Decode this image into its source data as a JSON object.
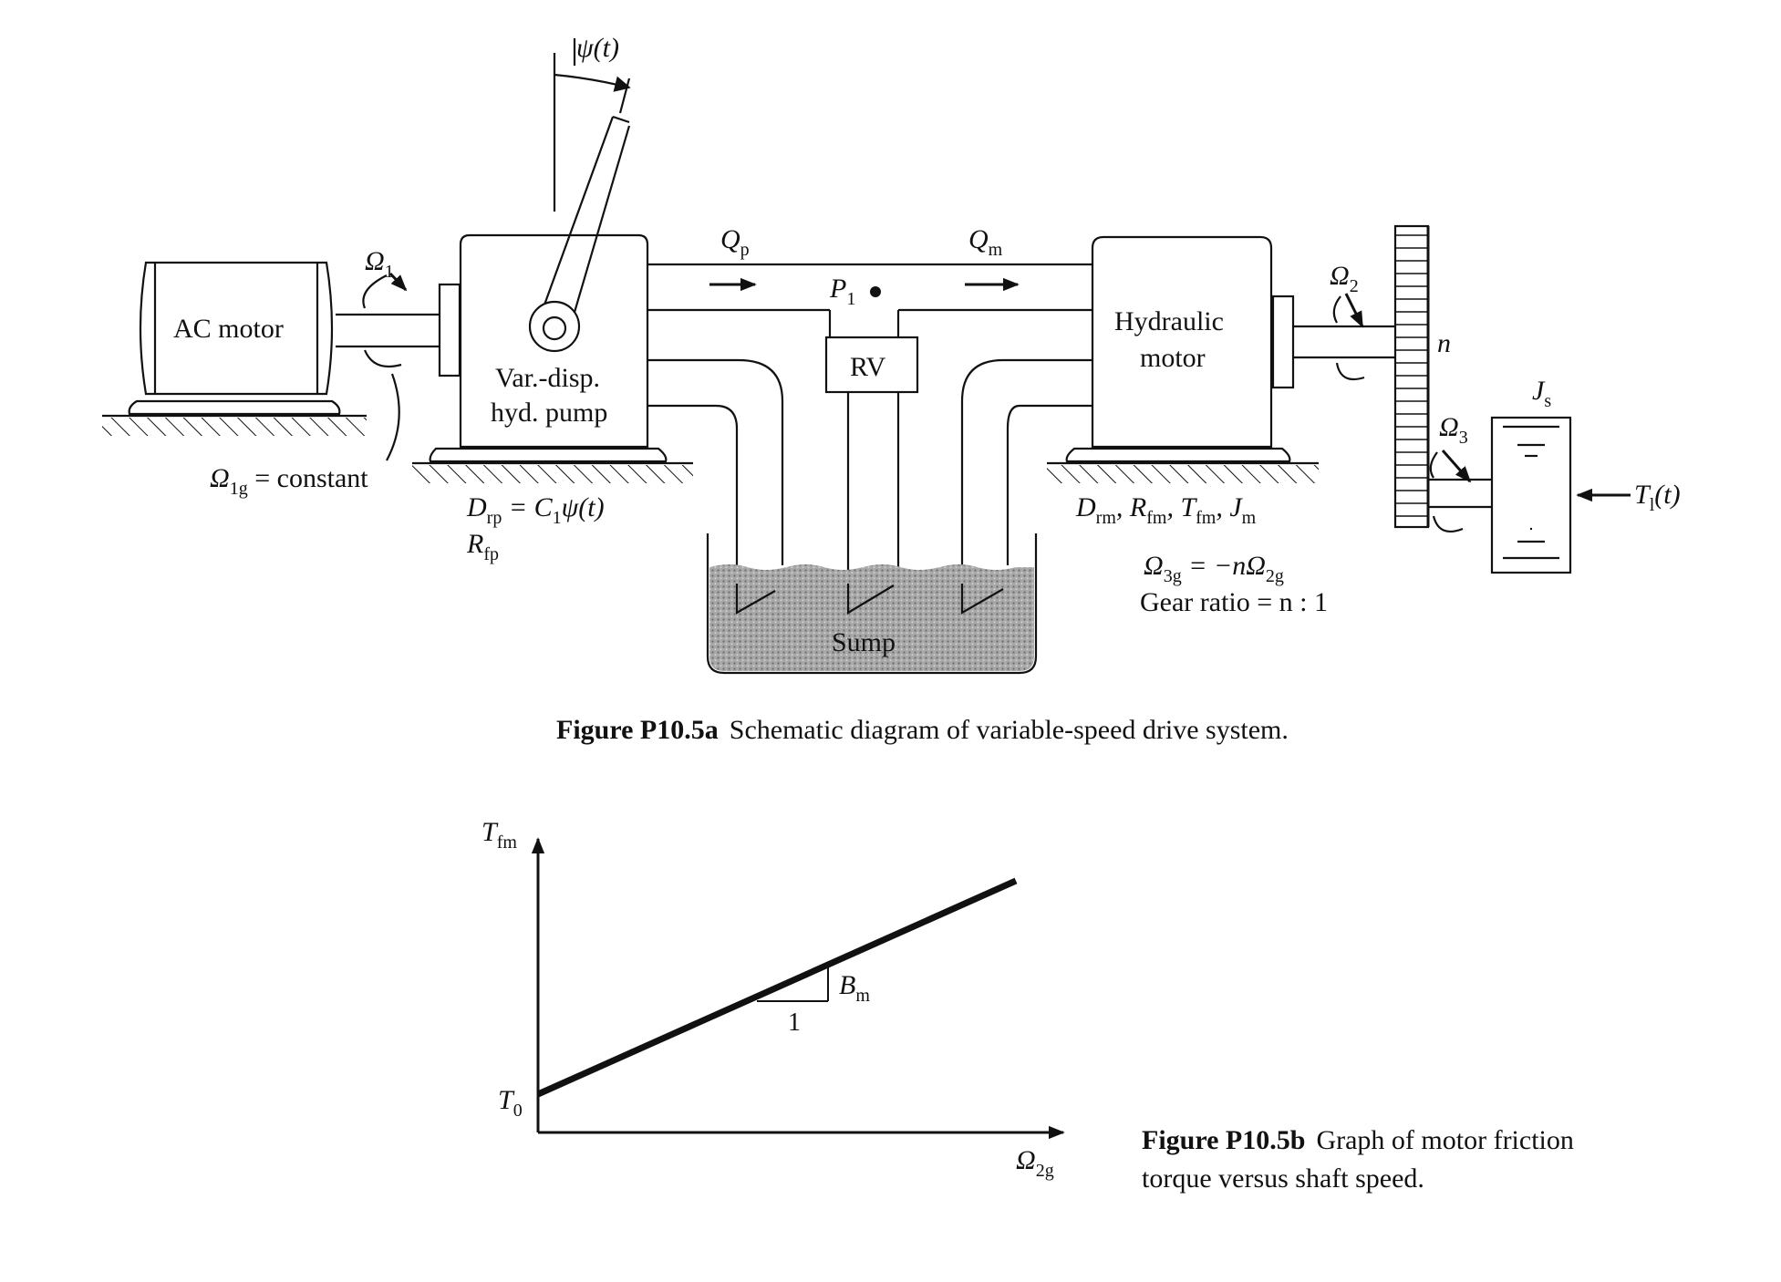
{
  "schematic": {
    "psi": "ψ(t)",
    "omega1": "Ω",
    "omega1_sub": "1",
    "omega1g": "Ω",
    "omega1g_sub": "1g",
    "omega1g_rest": " = constant",
    "ac_motor": "AC motor",
    "pump_line1": "Var.-disp.",
    "pump_line2": "hyd. pump",
    "drp": "D",
    "drp_sub": "rp",
    "drp_rest": " = C",
    "drp_c_sub": "1",
    "drp_psi": "ψ(t)",
    "rfp": "R",
    "rfp_sub": "fp",
    "qp": "Q",
    "qp_sub": "p",
    "qm": "Q",
    "qm_sub": "m",
    "p1": "P",
    "p1_sub": "1",
    "rv": "RV",
    "sump": "Sump",
    "hm_line1": "Hydraulic",
    "hm_line2": "motor",
    "motor_params": "D",
    "motor_params_parts": [
      "rm",
      ", R",
      "fm",
      ", T",
      "fm",
      ", J",
      "m"
    ],
    "omega3g_eq": "Ω",
    "omega3g_parts": [
      "3g",
      " = −nΩ",
      "2g"
    ],
    "gear_ratio": "Gear ratio = n : 1",
    "omega2": "Ω",
    "omega2_sub": "2",
    "omega3": "Ω",
    "omega3_sub": "3",
    "n": "n",
    "js": "J",
    "js_sub": "s",
    "tl": "T",
    "tl_sub": "l",
    "tl_rest": "(t)"
  },
  "caption_a": {
    "bold": "Figure P10.5a",
    "text": "Schematic diagram of variable-speed drive system."
  },
  "graph": {
    "y_label": "T",
    "y_label_sub": "fm",
    "x_label": "Ω",
    "x_label_sub": "2g",
    "t0": "T",
    "t0_sub": "0",
    "slope_label": "B",
    "slope_label_sub": "m",
    "run_label": "1"
  },
  "caption_b": {
    "bold": "Figure P10.5b",
    "line1": "Graph of motor friction",
    "line2": "torque versus shaft speed."
  },
  "colors": {
    "ink": "#111111",
    "sump_fill": "#9a9a9a",
    "background": "#ffffff"
  }
}
